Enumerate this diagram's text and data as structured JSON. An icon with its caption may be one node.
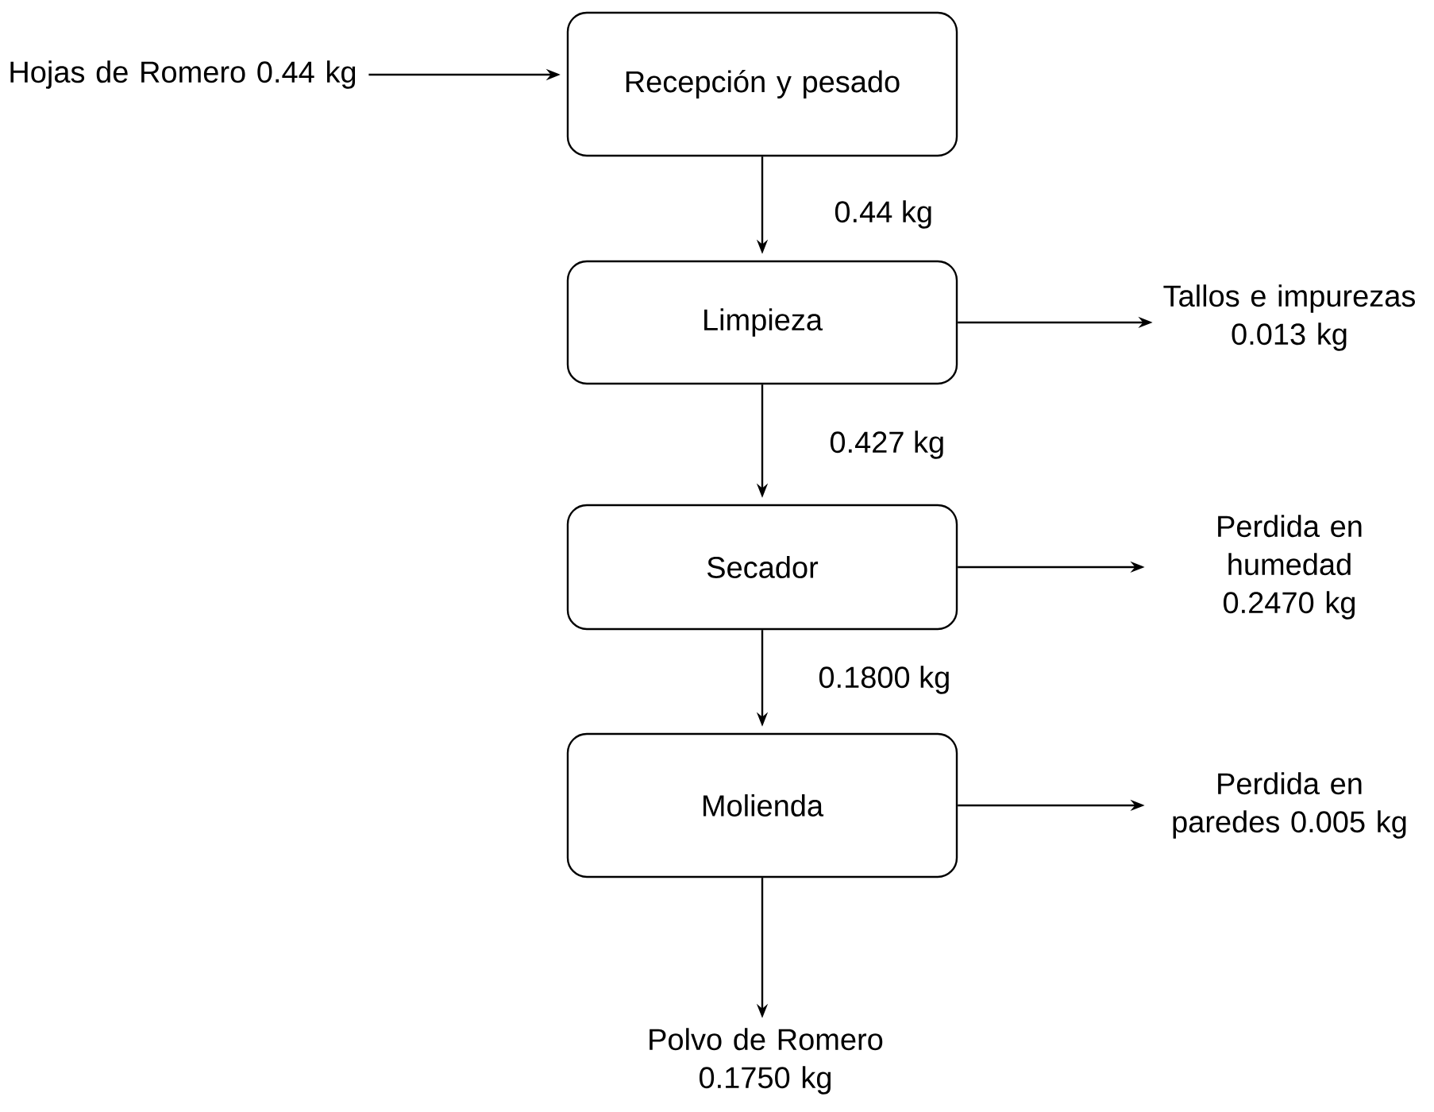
{
  "diagram": {
    "nodes": [
      {
        "text": [
          "Hojas de Romero 0.44 kg"
        ]
      },
      {
        "text": [
          "Recepción y pesado"
        ]
      },
      {
        "text": [
          "Limpieza"
        ]
      },
      {
        "text": [
          "Tallos e impurezas 0.013 kg"
        ]
      },
      {
        "text": [
          "Secador"
        ]
      },
      {
        "text": [
          "Perdida en humedad 0.2470 kg"
        ]
      },
      {
        "text": [
          "Molienda"
        ]
      },
      {
        "text": [
          "Perdida en paredes 0.005 kg"
        ]
      },
      {
        "text": [
          "Polvo de Romero 0.1750 kg"
        ]
      }
    ],
    "edges": [
      {
        "from": 0,
        "to": 1,
        "arrow": "to"
      },
      {
        "from": 1,
        "to": 2,
        "arrow": "to",
        "label": "0.44 kg"
      },
      {
        "from": 2,
        "to": 3,
        "arrow": "to"
      },
      {
        "from": 2,
        "to": 4,
        "arrow": "to",
        "label": "0.427 kg"
      },
      {
        "from": 4,
        "to": 5,
        "arrow": "to"
      },
      {
        "from": 4,
        "to": 6,
        "arrow": "to",
        "label": "0.1800 kg"
      },
      {
        "from": 6,
        "to": 7,
        "arrow": "to"
      },
      {
        "from": 6,
        "to": 8,
        "arrow": "to"
      }
    ]
  }
}
